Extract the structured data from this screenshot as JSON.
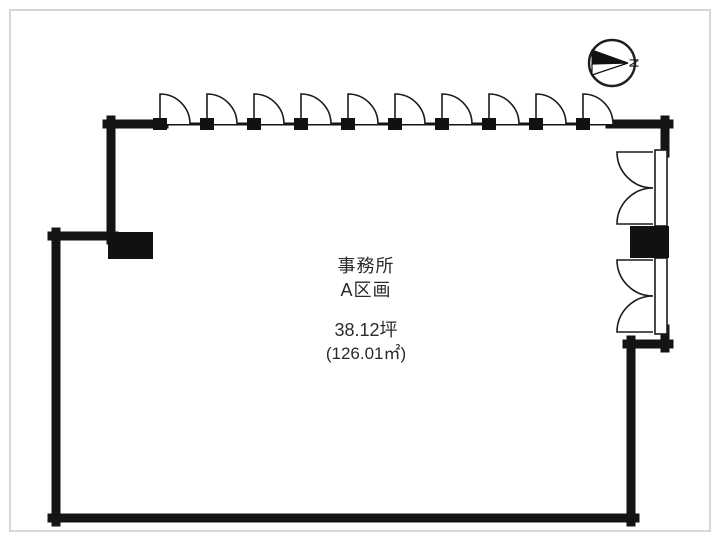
{
  "floor_plan": {
    "unit_name": "事務所",
    "section": "A区画",
    "area_tsubo": "38.12坪",
    "area_m2": "(126.01㎡)",
    "compass": {
      "label": "N"
    },
    "colors": {
      "wall": "#141414",
      "frame_border": "#d6d6d6",
      "text": "#2b2b2b",
      "background": "#ffffff"
    }
  }
}
